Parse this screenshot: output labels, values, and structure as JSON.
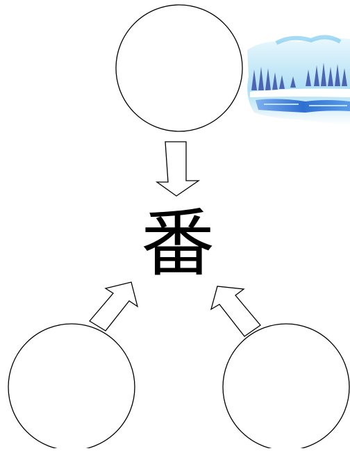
{
  "center_character": "番",
  "circles": [
    {
      "id": "top-circle",
      "text": ""
    },
    {
      "id": "bottom-left-circle",
      "text": ""
    },
    {
      "id": "bottom-right-circle",
      "text": ""
    }
  ],
  "decoration": {
    "type": "winter-lake-painting",
    "colors": {
      "sky": "#9fd9f2",
      "water": "#2f6fd1",
      "trees": "#3b4fa8",
      "snow": "#ffffff"
    }
  },
  "colors": {
    "stroke": "#000000",
    "fill": "#ffffff"
  }
}
